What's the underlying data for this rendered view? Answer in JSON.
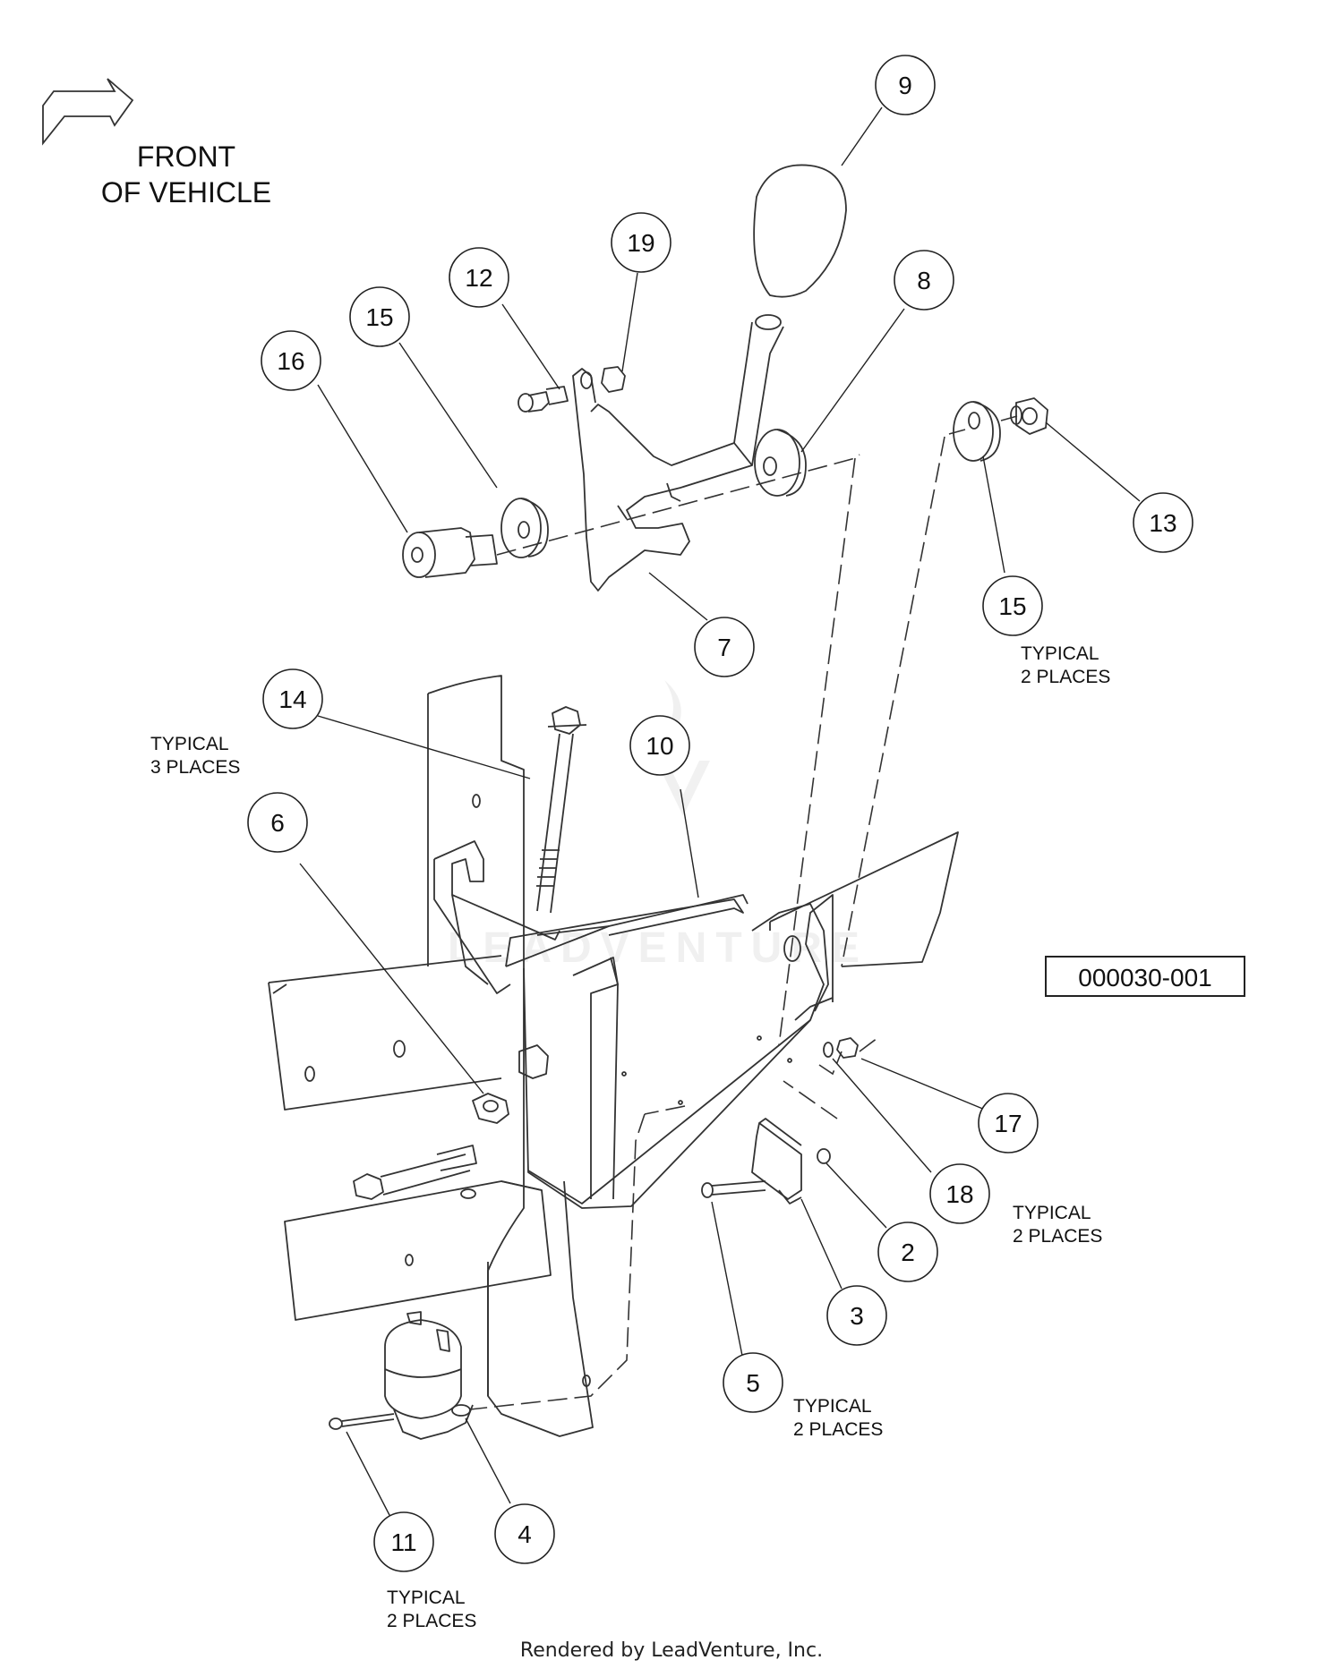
{
  "orientation": {
    "line1": "FRONT",
    "line2": "OF VEHICLE"
  },
  "callouts": [
    {
      "id": "c9",
      "label": "9"
    },
    {
      "id": "c19",
      "label": "19"
    },
    {
      "id": "c12",
      "label": "12"
    },
    {
      "id": "c8",
      "label": "8"
    },
    {
      "id": "c15a",
      "label": "15"
    },
    {
      "id": "c16",
      "label": "16"
    },
    {
      "id": "c13",
      "label": "13"
    },
    {
      "id": "c15b",
      "label": "15"
    },
    {
      "id": "c7",
      "label": "7"
    },
    {
      "id": "c14",
      "label": "14"
    },
    {
      "id": "c10",
      "label": "10"
    },
    {
      "id": "c6",
      "label": "6"
    },
    {
      "id": "c17",
      "label": "17"
    },
    {
      "id": "c18",
      "label": "18"
    },
    {
      "id": "c2",
      "label": "2"
    },
    {
      "id": "c3",
      "label": "3"
    },
    {
      "id": "c5",
      "label": "5"
    },
    {
      "id": "c11",
      "label": "11"
    },
    {
      "id": "c4",
      "label": "4"
    }
  ],
  "notes": [
    {
      "id": "n15",
      "line1": "TYPICAL",
      "line2": "2 PLACES"
    },
    {
      "id": "n14",
      "line1": "TYPICAL",
      "line2": "3 PLACES"
    },
    {
      "id": "n17",
      "line1": "TYPICAL",
      "line2": "2 PLACES"
    },
    {
      "id": "n5",
      "line1": "TYPICAL",
      "line2": "2 PLACES"
    },
    {
      "id": "n11",
      "line1": "TYPICAL",
      "line2": "2 PLACES"
    }
  ],
  "drawing_number": "000030-001",
  "watermark": "LEADVENTURE",
  "footer": "Rendered by LeadVenture, Inc."
}
